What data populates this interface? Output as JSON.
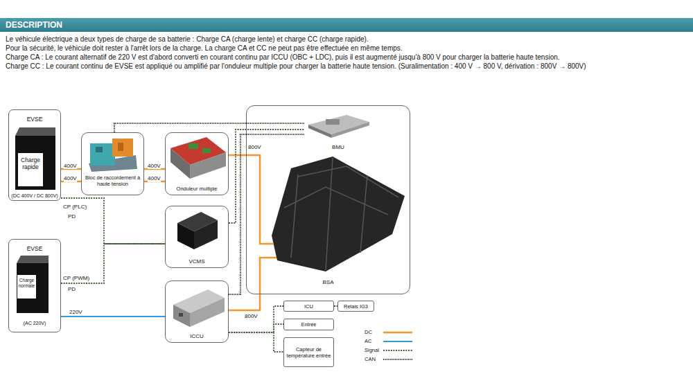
{
  "diagram": {
    "title": "DESCRIPTION",
    "nodes": [
      {
        "text": [
          "EVSE",
          "Charge rapide",
          "(DC 400V / DC 800V)"
        ]
      },
      {
        "text": [
          "Bloc de raccordement à haute tension"
        ]
      },
      {
        "text": [
          "Onduleur multiple"
        ]
      },
      {
        "text": [
          "BSA"
        ]
      },
      {
        "text": [
          "BMU"
        ],
        "in": 3
      },
      {
        "text": [
          "VCMS"
        ]
      },
      {
        "text": [
          "EVSE",
          "Charge normale",
          "(AC 220V)"
        ]
      },
      {
        "text": [
          "ICCU"
        ]
      },
      {
        "text": [
          "ICU"
        ]
      },
      {
        "text": [
          "Relais IG3"
        ]
      },
      {
        "text": [
          "Entrée"
        ]
      },
      {
        "text": [
          "Capteur de température entrée"
        ]
      }
    ],
    "edges": [
      {
        "from": 0,
        "to": 1,
        "label": "400V",
        "arrow": "none"
      },
      {
        "from": 0,
        "to": 1,
        "label": "400V",
        "arrow": "none"
      },
      {
        "from": 1,
        "to": 2,
        "label": "400V",
        "arrow": "none"
      },
      {
        "from": 1,
        "to": 2,
        "label": "400V",
        "arrow": "none"
      },
      {
        "from": 2,
        "to": 3,
        "label": "800V",
        "arrow": "none"
      },
      {
        "from": 6,
        "to": 7,
        "label": "220V",
        "arrow": "none"
      },
      {
        "from": 7,
        "to": 3,
        "label": "800V",
        "arrow": "none"
      },
      {
        "from": 1,
        "to": 4,
        "arrow": "none"
      },
      {
        "from": 0,
        "to": 5,
        "label": "CP (PLC)",
        "arrow": "none"
      },
      {
        "from": 6,
        "to": 5,
        "label": "CP (PWM)",
        "arrow": "none"
      },
      {
        "from": 5,
        "to": 4,
        "arrow": "none"
      },
      {
        "from": 7,
        "to": 4,
        "arrow": "none"
      },
      {
        "from": 7,
        "to": 8,
        "arrow": "none"
      },
      {
        "from": 7,
        "to": 10,
        "arrow": "none"
      },
      {
        "from": 7,
        "to": 11,
        "arrow": "none"
      },
      {
        "from": 8,
        "to": 9,
        "arrow": "none"
      }
    ],
    "labels": [
      "Le véhicule électrique a deux types de charge de sa batterie : Charge CA (charge lente) et charge CC (charge rapide).",
      "Pour la sécurité, le véhicule doit rester à l'arrêt lors de la charge. La charge CA et CC ne peut pas être effectuée en même temps.",
      "Charge CA : Le courant alternatif de 220 V est d'abord converti en courant continu par ICCU (OBC + LDC), puis il est augmenté jusqu'à 800 V pour charger la batterie haute tension.",
      "Charge CC : Le courant continu de EVSE est appliqué ou amplifié par l'onduleur multiple pour charger la batterie haute tension. (Suralimentation : 400 V → 800 V, dérivation : 800V → 800V)",
      "PD",
      "PD"
    ],
    "legend": [
      {
        "text": "DC"
      },
      {
        "text": "AC"
      },
      {
        "text": "Signal"
      },
      {
        "text": "CAN"
      }
    ]
  }
}
